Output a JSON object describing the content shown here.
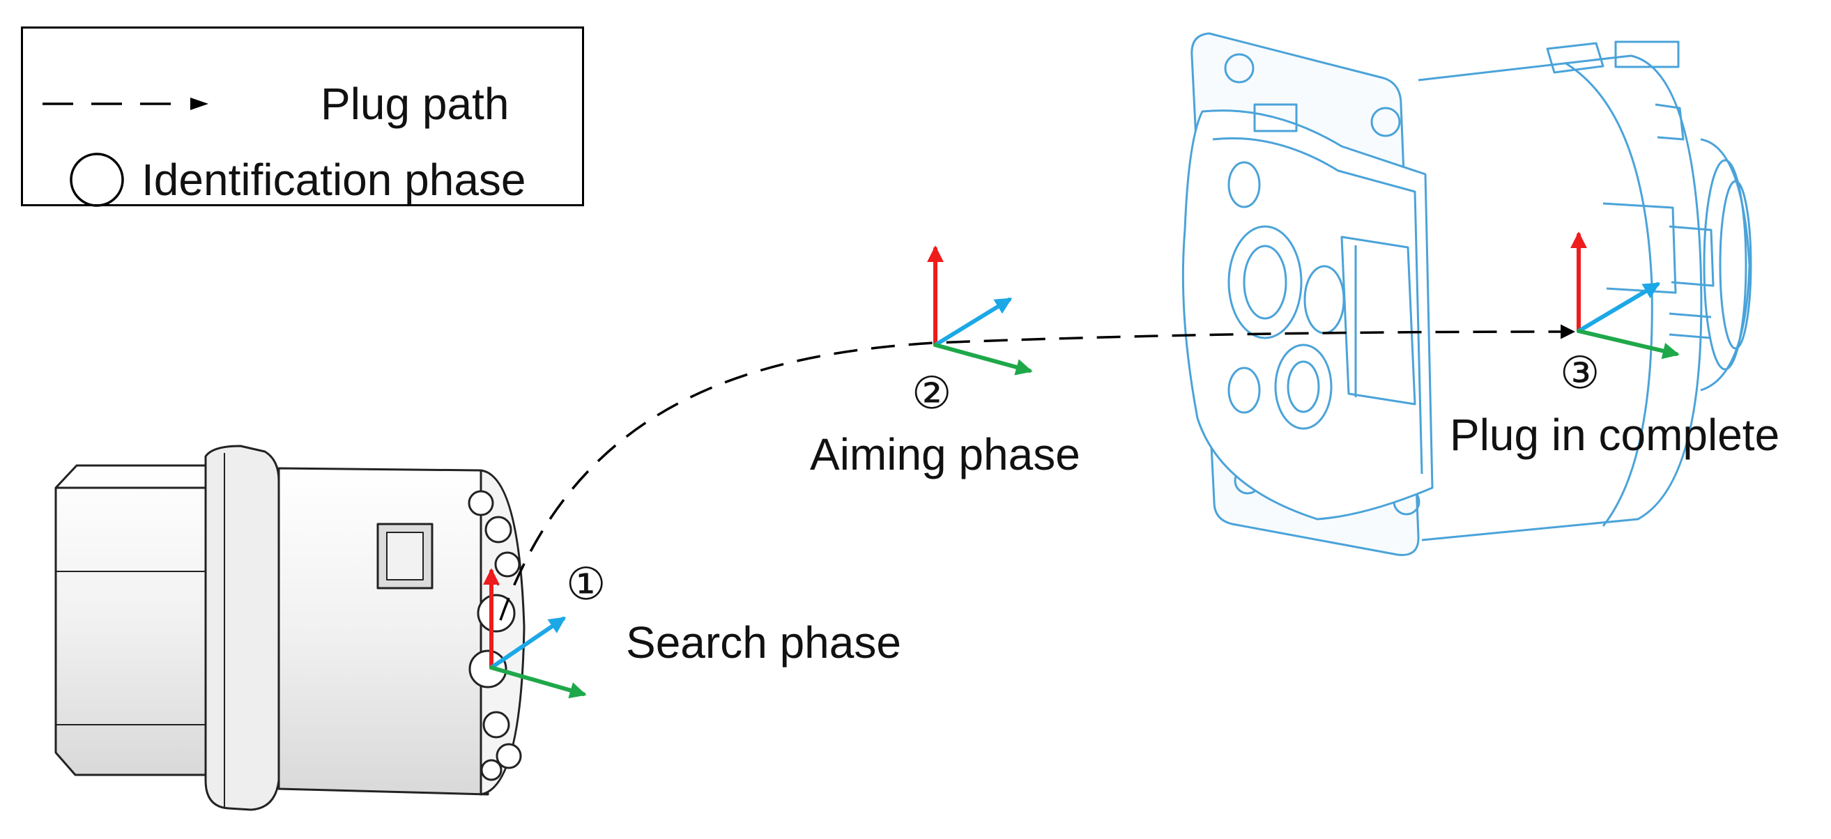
{
  "legend": {
    "path_label": "Plug path",
    "identification_label": "Identification phase"
  },
  "phases": [
    {
      "number": "①",
      "label": "Search phase"
    },
    {
      "number": "②",
      "label": "Aiming phase"
    },
    {
      "number": "③",
      "label": "Plug in complete"
    }
  ],
  "colors": {
    "axis_up": "#ee1c1c",
    "axis_depth": "#1ca8e6",
    "axis_forward": "#1fa84a",
    "socket_outline": "#4aa3d9",
    "plug_outline": "#222222",
    "path": "#000000"
  }
}
